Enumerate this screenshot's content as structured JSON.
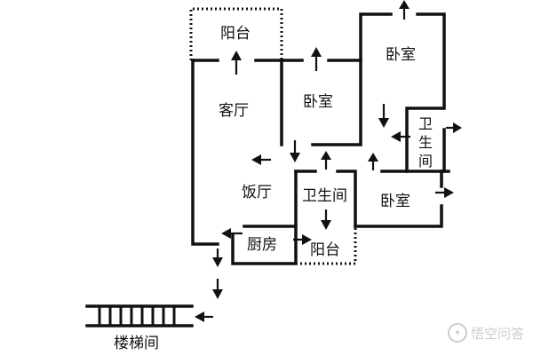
{
  "rooms": {
    "balcony_top": "阳台",
    "living_room": "客厅",
    "bedroom_middle": "卧室",
    "bedroom_top_right": "卧室",
    "bathroom_right_1": "卫",
    "bathroom_right_2": "生",
    "bathroom_right_3": "间",
    "dining_room": "饭厅",
    "bathroom_center": "卫生间",
    "bedroom_bottom_right": "卧室",
    "kitchen": "厨房",
    "balcony_bottom": "阳台",
    "stairwell": "楼梯间"
  },
  "watermark": {
    "text": "悟空问答"
  },
  "colors": {
    "ink": "#111111",
    "watermark": "#cccccc"
  }
}
